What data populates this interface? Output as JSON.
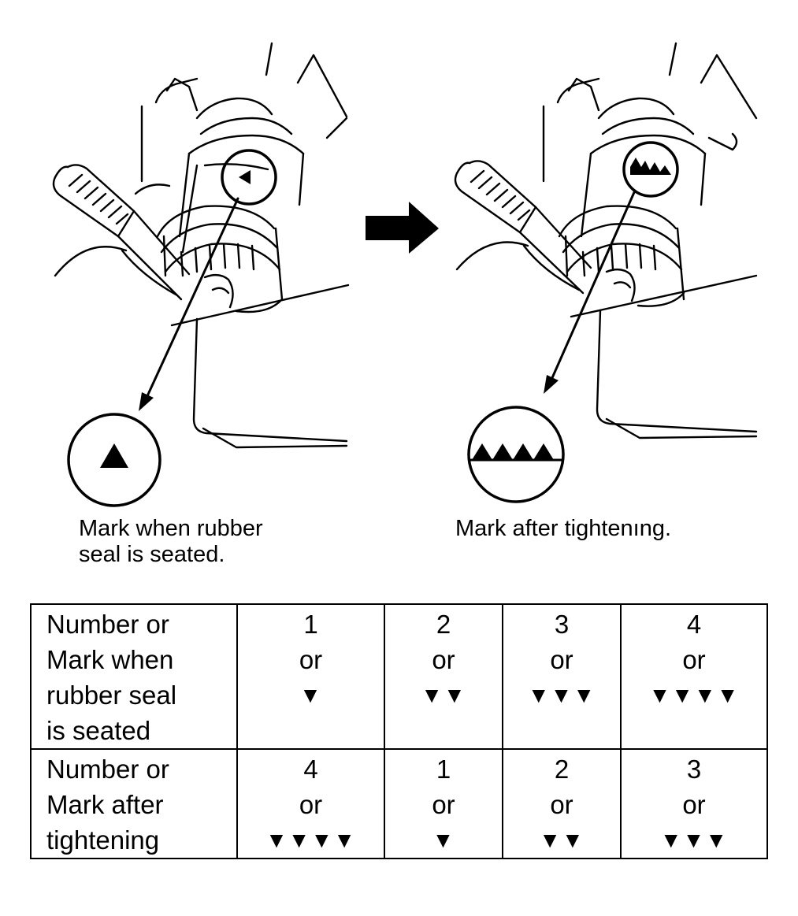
{
  "captions": {
    "left": "Mark when rubber\nseal is seated.",
    "right": "Mark after tightenıng."
  },
  "callouts": {
    "left_symbol": "single-triangle-mark",
    "right_symbol": "four-triangle-marks"
  },
  "table": {
    "rows": [
      {
        "header": "Number or\nMark when\nrubber seal\nis seated",
        "cells": [
          {
            "number": "1",
            "or": "or",
            "marks": "▼"
          },
          {
            "number": "2",
            "or": "or",
            "marks": "▼▼"
          },
          {
            "number": "3",
            "or": "or",
            "marks": "▼▼▼"
          },
          {
            "number": "4",
            "or": "or",
            "marks": "▼▼▼▼"
          }
        ]
      },
      {
        "header": "Number or\nMark after\ntightening",
        "cells": [
          {
            "number": "4",
            "or": "or",
            "marks": "▼▼▼▼"
          },
          {
            "number": "1",
            "or": "or",
            "marks": "▼"
          },
          {
            "number": "2",
            "or": "or",
            "marks": "▼▼"
          },
          {
            "number": "3",
            "or": "or",
            "marks": "▼▼▼"
          }
        ]
      }
    ]
  },
  "colors": {
    "ink": "#000000",
    "paper": "#ffffff"
  }
}
